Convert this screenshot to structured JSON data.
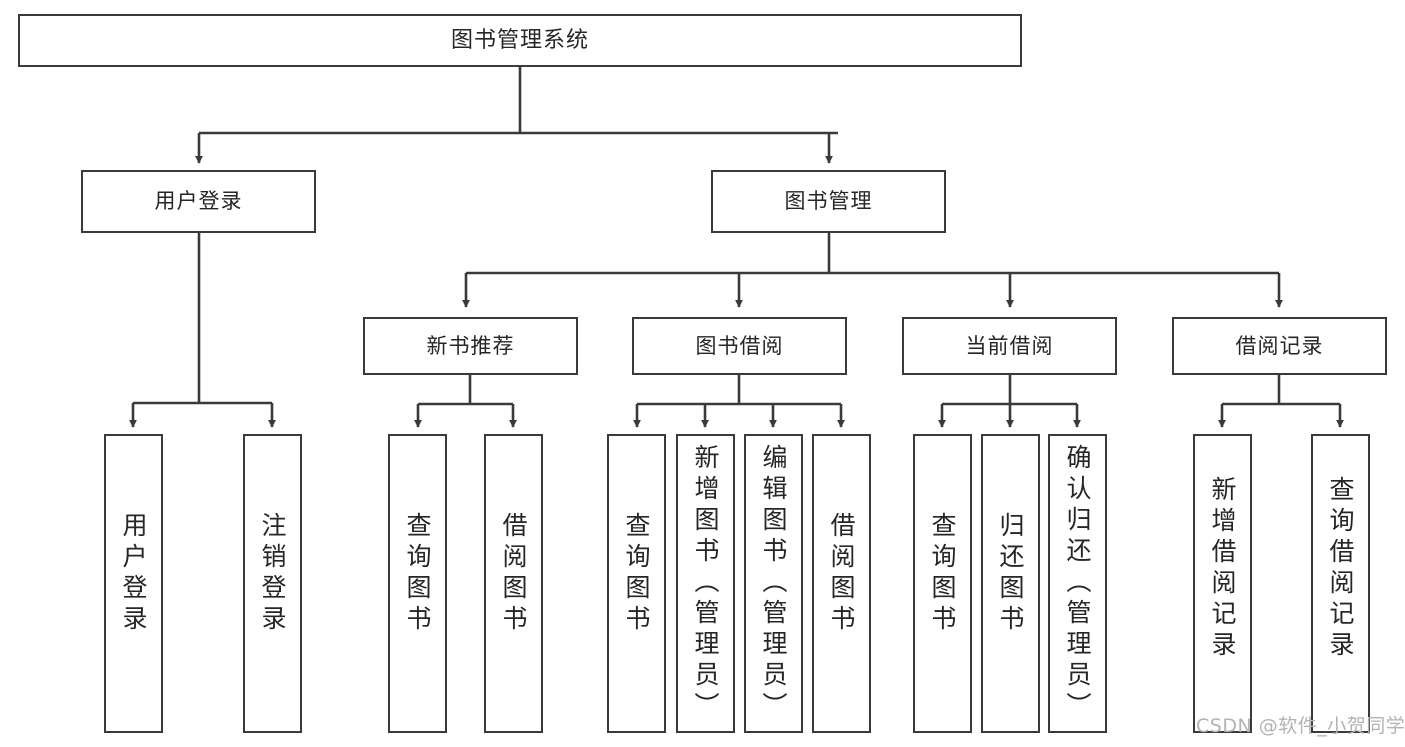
{
  "diagram": {
    "title": "图书管理系统",
    "type": "tree-hierarchy-chart",
    "root": {
      "id": "root",
      "label": "图书管理系统"
    },
    "level2": [
      {
        "id": "user-login",
        "label": "用户登录"
      },
      {
        "id": "book-manage",
        "label": "图书管理"
      }
    ],
    "level3": [
      {
        "id": "new-book-rec",
        "label": "新书推荐"
      },
      {
        "id": "book-borrow",
        "label": "图书借阅"
      },
      {
        "id": "current-borrow",
        "label": "当前借阅"
      },
      {
        "id": "borrow-record",
        "label": "借阅记录"
      }
    ],
    "leaves": [
      {
        "id": "leaf-user-login",
        "label": "用户登录",
        "parent": "user-login"
      },
      {
        "id": "leaf-user-logout",
        "label": "注销登录",
        "parent": "user-login"
      },
      {
        "id": "leaf-query-book-1",
        "label": "查询图书",
        "parent": "new-book-rec"
      },
      {
        "id": "leaf-borrow-book-1",
        "label": "借阅图书",
        "parent": "new-book-rec"
      },
      {
        "id": "leaf-query-book-2",
        "label": "查询图书",
        "parent": "book-borrow"
      },
      {
        "id": "leaf-add-book",
        "label": "新增图书（管理员）",
        "parent": "book-borrow"
      },
      {
        "id": "leaf-edit-book",
        "label": "编辑图书（管理员）",
        "parent": "book-borrow"
      },
      {
        "id": "leaf-borrow-book-2",
        "label": "借阅图书",
        "parent": "book-borrow"
      },
      {
        "id": "leaf-query-book-3",
        "label": "查询图书",
        "parent": "current-borrow"
      },
      {
        "id": "leaf-return-book",
        "label": "归还图书",
        "parent": "current-borrow"
      },
      {
        "id": "leaf-confirm-return",
        "label": "确认归还（管理员）",
        "parent": "current-borrow"
      },
      {
        "id": "leaf-add-record",
        "label": "新增借阅记录",
        "parent": "borrow-record"
      },
      {
        "id": "leaf-query-record",
        "label": "查询借阅记录",
        "parent": "borrow-record"
      }
    ],
    "colors": {
      "box_border": "#3a3a3a",
      "box_fill": "#ffffff",
      "connector": "#3a3a3a",
      "text": "#262626",
      "watermark": "#b3b3b3",
      "background": "#ffffff"
    }
  },
  "watermark": {
    "text": "CSDN @软件_小贺同学"
  }
}
